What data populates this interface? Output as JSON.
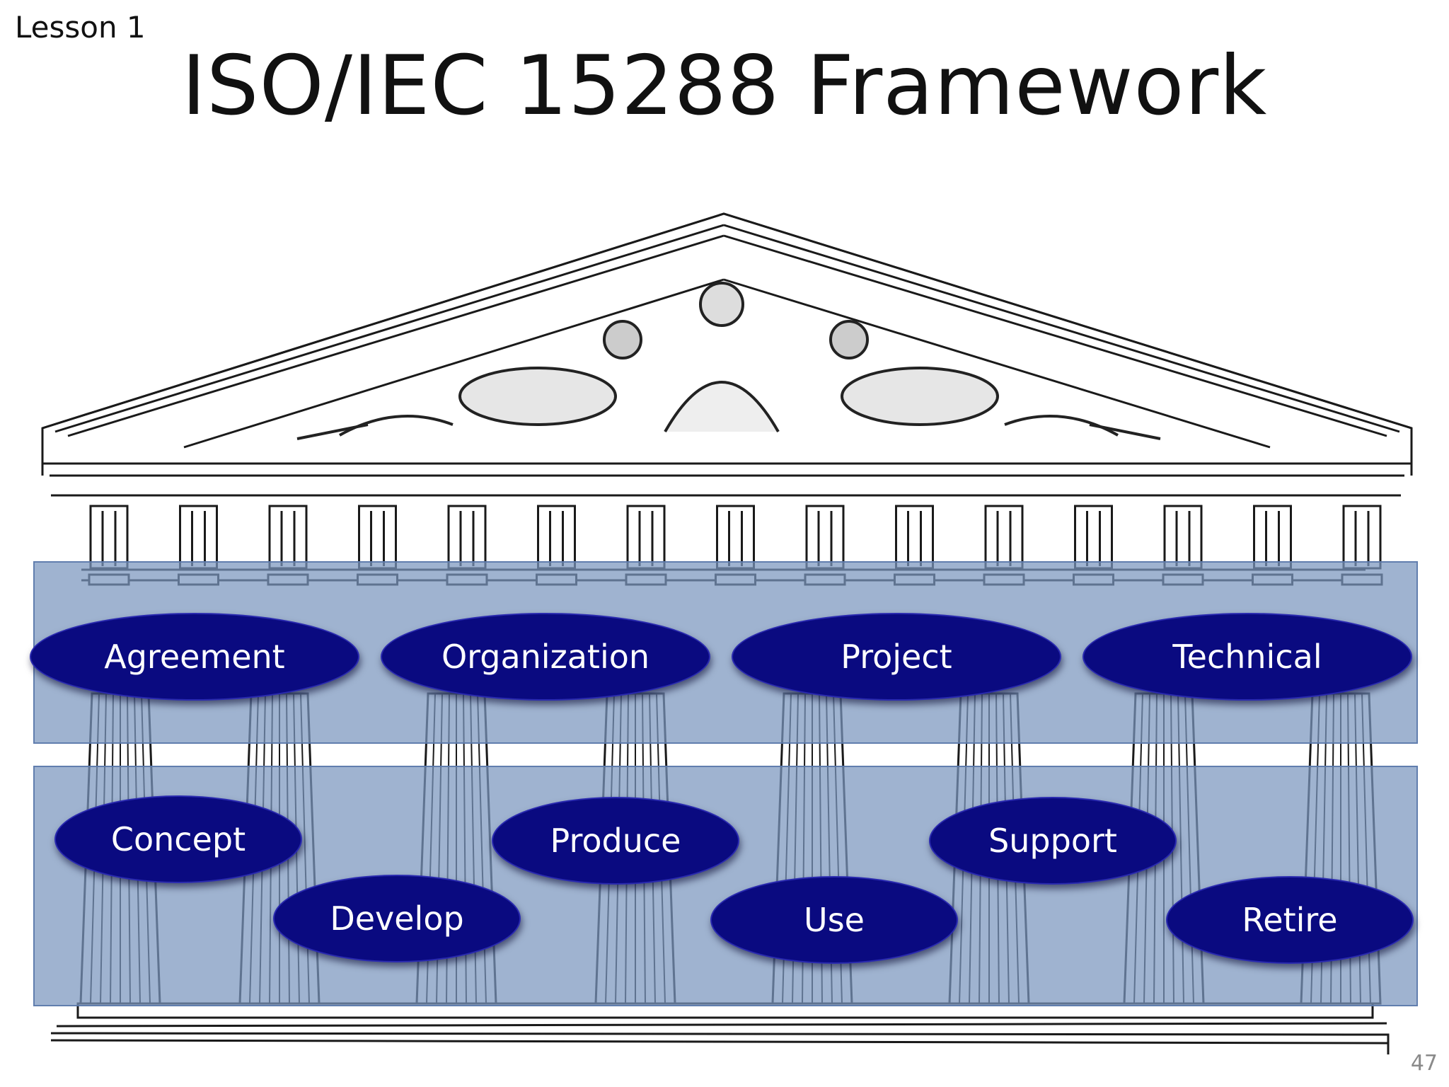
{
  "header": {
    "lesson": "Lesson 1",
    "title": "ISO/IEC 15288 Framework"
  },
  "footer": {
    "page_number": "47"
  },
  "colors": {
    "pill_fill": "#0a0a80",
    "band_fill": "#7a96be",
    "line": "#1a1a1a"
  },
  "process_groups": [
    {
      "label": "Agreement"
    },
    {
      "label": "Organization"
    },
    {
      "label": "Project"
    },
    {
      "label": "Technical"
    }
  ],
  "life_cycle_stages": [
    {
      "label": "Concept"
    },
    {
      "label": "Develop"
    },
    {
      "label": "Produce"
    },
    {
      "label": "Use"
    },
    {
      "label": "Support"
    },
    {
      "label": "Retire"
    }
  ]
}
